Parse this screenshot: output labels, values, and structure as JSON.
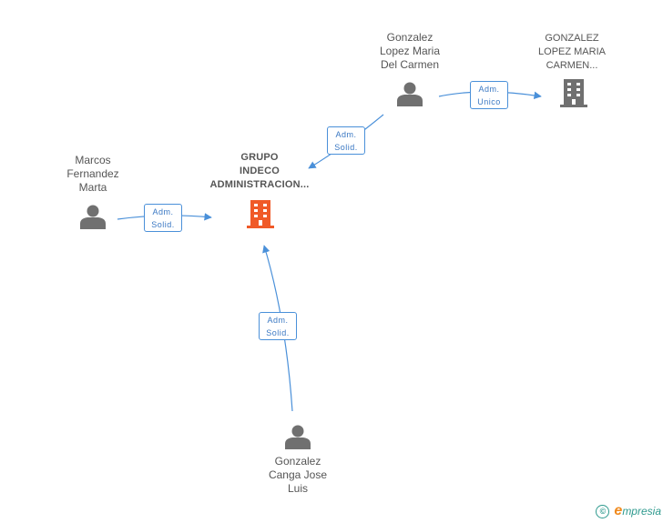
{
  "nodes": [
    {
      "id": "grupo",
      "kind": "company",
      "highlight": true,
      "lines": [
        "GRUPO",
        "INDECO",
        "ADMINISTRACION..."
      ]
    },
    {
      "id": "gonzalez-lopez",
      "kind": "person",
      "lines": [
        "Gonzalez",
        "Lopez Maria",
        "Del Carmen"
      ]
    },
    {
      "id": "gonzalez-lopez-co",
      "kind": "company",
      "highlight": false,
      "lines": [
        "GONZALEZ",
        "LOPEZ MARIA",
        "CARMEN..."
      ]
    },
    {
      "id": "marcos",
      "kind": "person",
      "lines": [
        "Marcos",
        "Fernandez",
        "Marta"
      ]
    },
    {
      "id": "gonzalez-canga",
      "kind": "person",
      "lines": [
        "Gonzalez",
        "Canga Jose",
        "Luis"
      ]
    }
  ],
  "edges": [
    {
      "from": "gonzalez-lopez",
      "to": "gonzalez-lopez-co",
      "label": [
        "Adm.",
        "Unico"
      ]
    },
    {
      "from": "gonzalez-lopez",
      "to": "grupo",
      "label": [
        "Adm.",
        "Solid."
      ]
    },
    {
      "from": "marcos",
      "to": "grupo",
      "label": [
        "Adm.",
        "Solid."
      ]
    },
    {
      "from": "gonzalez-canga",
      "to": "grupo",
      "label": [
        "Adm.",
        "Solid."
      ]
    }
  ],
  "colors": {
    "edge": "#4a90d9",
    "person_icon": "#707070",
    "company_highlight": "#f05a28",
    "company_default": "#707070",
    "brand_e": "#f08a1e",
    "brand": "#2e9a8e"
  },
  "footer": {
    "copyright_symbol": "©",
    "brand_initial": "e",
    "brand_rest": "mpresia"
  }
}
